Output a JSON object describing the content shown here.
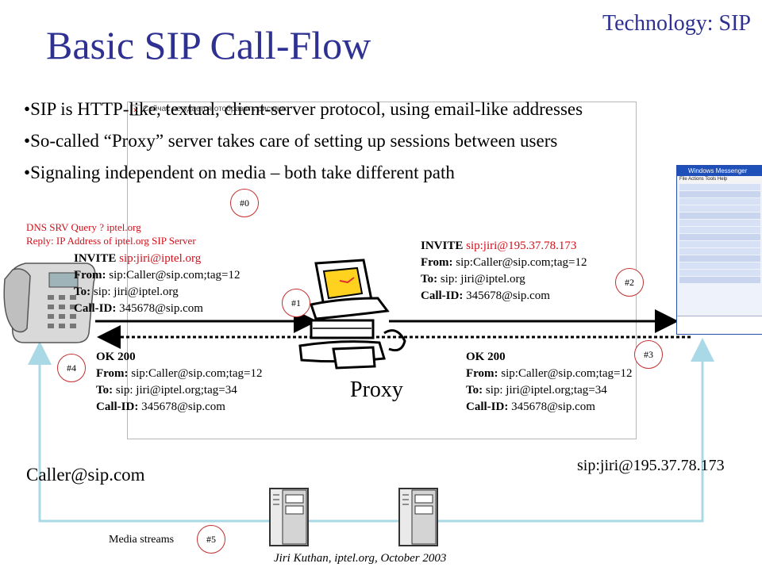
{
  "header": {
    "title": "Basic SIP Call-Flow",
    "tag": "Technology: SIP"
  },
  "bullets": [
    "SIP is  HTTP-like, textual, client-server protocol, using email-like addresses",
    "So-called “Proxy” server takes care of setting up sessions between users",
    "Signaling independent on media – both take different path"
  ],
  "broken_image": {
    "text": "Сейчас не удается отобразить рисунок.",
    "icon": "broken-image-icon"
  },
  "dns": {
    "line1": "DNS SRV Query ? iptel.org",
    "line2": "Reply: IP Address of iptel.org SIP Server"
  },
  "invite1": {
    "method": "INVITE",
    "uri": "sip:jiri@iptel.org",
    "from_key": "From:",
    "from_val": "sip:Caller@sip.com;tag=12",
    "to_key": "To:",
    "to_val": "sip: jiri@iptel.org",
    "callid_key": "Call-ID:",
    "callid_val": "345678@sip.com"
  },
  "invite2": {
    "method": "INVITE",
    "uri": "sip:jiri@195.37.78.173",
    "from_key": "From:",
    "from_val": "sip:Caller@sip.com;tag=12",
    "to_key": "To:",
    "to_val": "sip: jiri@iptel.org",
    "callid_key": "Call-ID:",
    "callid_val": "345678@sip.com"
  },
  "ok1": {
    "status": "OK 200",
    "from_key": "From:",
    "from_val": "sip:Caller@sip.com;tag=12",
    "to_key": "To:",
    "to_val": "sip: jiri@iptel.org;tag=34",
    "callid_key": "Call-ID:",
    "callid_val": "345678@sip.com"
  },
  "ok2": {
    "status": "OK 200",
    "from_key": "From:",
    "from_val": "sip:Caller@sip.com;tag=12",
    "to_key": "To:",
    "to_val": "sip: jiri@iptel.org;tag=34",
    "callid_key": "Call-ID:",
    "callid_val": "345678@sip.com"
  },
  "steps": {
    "s0": "#0",
    "s1": "#1",
    "s2": "#2",
    "s3": "#3",
    "s4": "#4",
    "s5": "#5"
  },
  "nodes": {
    "proxy": "Proxy",
    "caller": "Caller@sip.com",
    "callee": "sip:jiri@195.37.78.173",
    "phone_icon": "desk-phone-icon",
    "proxy_icon": "computer-clipart-icon",
    "server_icon": "server-tower-icon"
  },
  "messenger": {
    "title": "Windows Messenger",
    "menu": "File  Actions  Tools  Help"
  },
  "media_label": "Media streams",
  "footer": "Jiri Kuthan, iptel.org, October 2003",
  "colors": {
    "title": "#2e3192",
    "uri": "#d0101a",
    "media_line": "#a9d8e6",
    "badge_border": "#c43030"
  }
}
